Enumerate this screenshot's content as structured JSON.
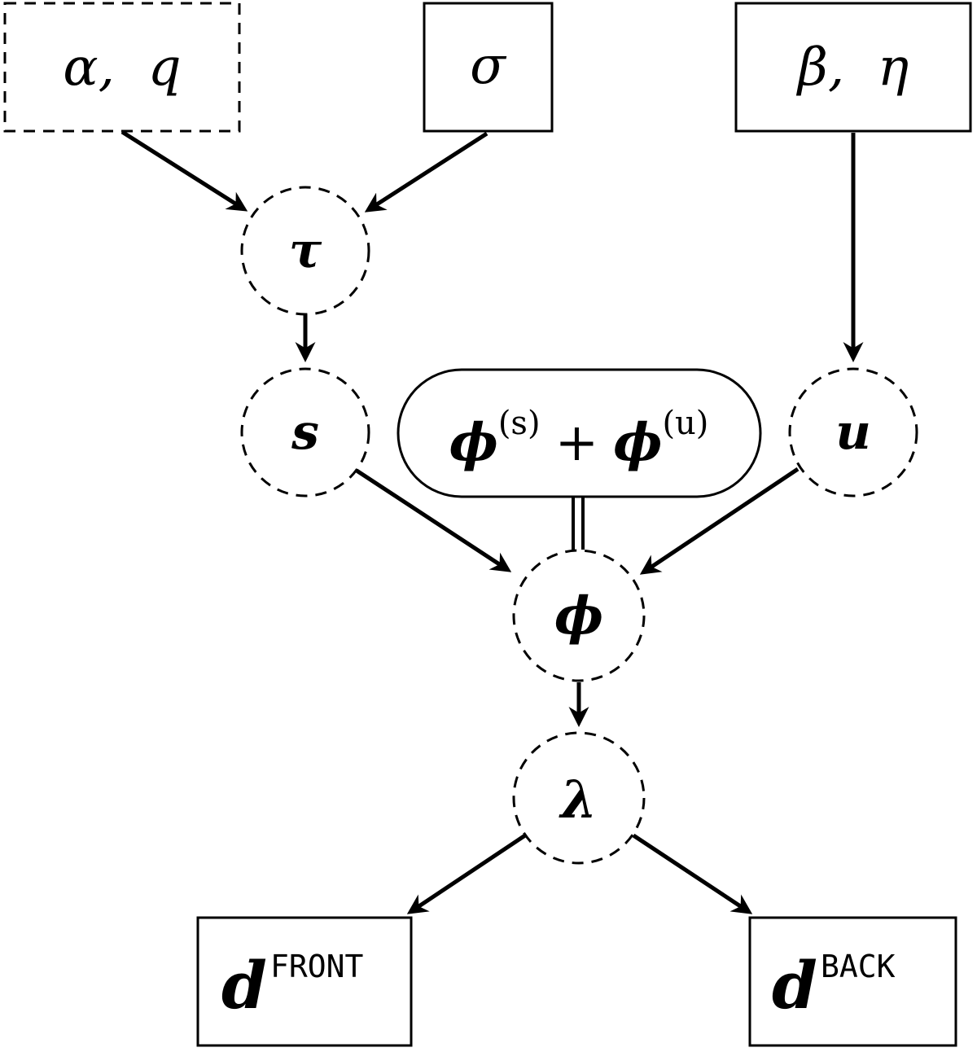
{
  "nodes": {
    "alpha_q": {
      "text": "α,  q",
      "kind": "dashed-box"
    },
    "sigma": {
      "text": "σ",
      "kind": "box"
    },
    "beta_eta": {
      "text": "β,  η",
      "kind": "box"
    },
    "tau": {
      "text": "τ",
      "kind": "dashed-circle"
    },
    "s": {
      "text": "s",
      "kind": "dashed-circle"
    },
    "u": {
      "text": "u",
      "kind": "dashed-circle"
    },
    "phi_sum": {
      "phi1": "ϕ",
      "sup1": "(s)",
      "plus": "+",
      "phi2": "ϕ",
      "sup2": "(u)",
      "kind": "rounded-box"
    },
    "phi": {
      "text": "ϕ",
      "kind": "dashed-circle"
    },
    "lambda": {
      "text": "λ",
      "kind": "dashed-circle"
    },
    "d_front": {
      "base": "d",
      "sup": "FRONT",
      "kind": "box"
    },
    "d_back": {
      "base": "d",
      "sup": "BACK",
      "kind": "box"
    }
  },
  "edges": [
    {
      "from": "alpha_q",
      "to": "tau"
    },
    {
      "from": "sigma",
      "to": "tau"
    },
    {
      "from": "tau",
      "to": "s"
    },
    {
      "from": "beta_eta",
      "to": "u"
    },
    {
      "from": "s",
      "to": "phi"
    },
    {
      "from": "u",
      "to": "phi"
    },
    {
      "from": "phi_sum",
      "to": "phi",
      "style": "double-line"
    },
    {
      "from": "phi",
      "to": "lambda"
    },
    {
      "from": "lambda",
      "to": "d_front"
    },
    {
      "from": "lambda",
      "to": "d_back"
    }
  ]
}
